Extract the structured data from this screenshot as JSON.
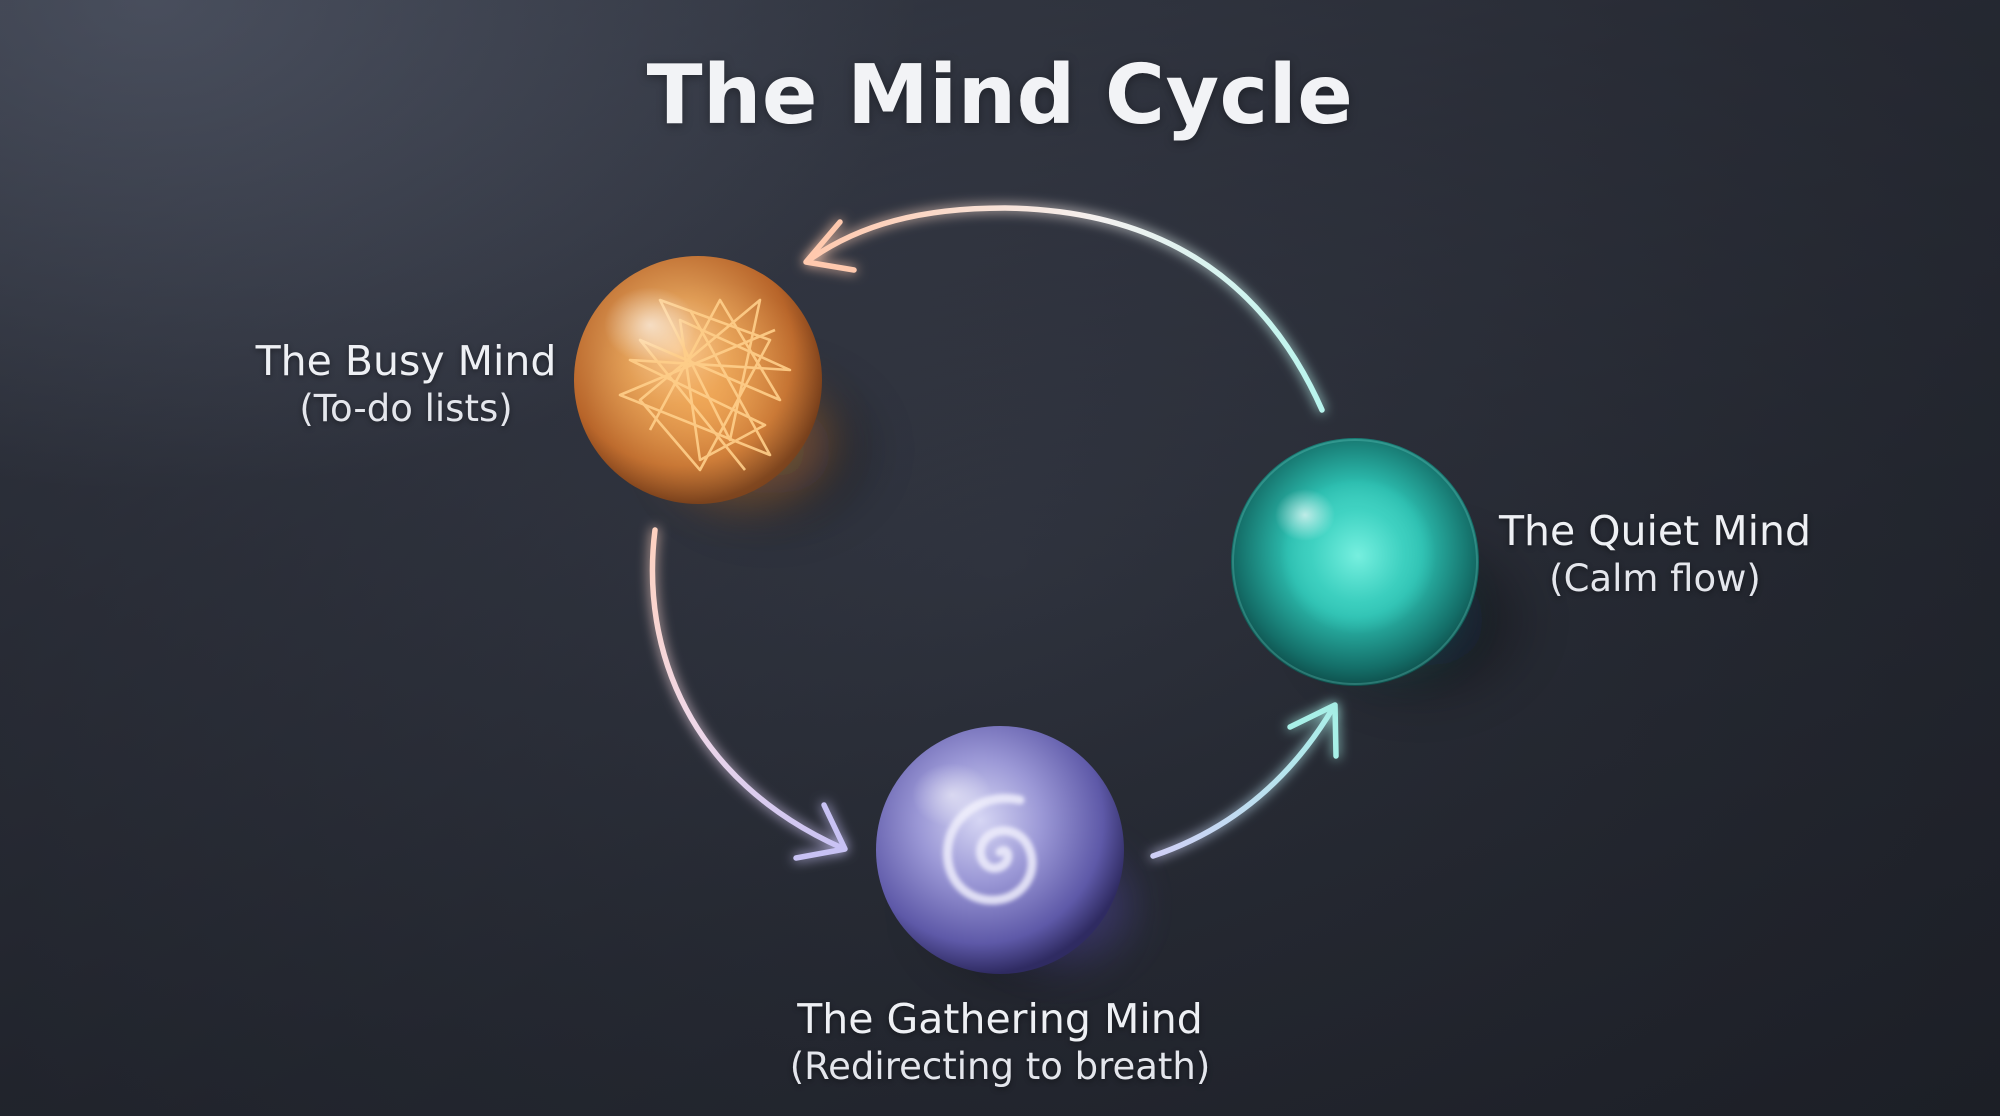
{
  "title": "The Mind Cycle",
  "stages": [
    {
      "name": "The Busy Mind",
      "subtitle": "(To-do lists)",
      "color": "#e08a3a",
      "icon": "tangled-lines-icon"
    },
    {
      "name": "The Gathering Mind",
      "subtitle": "(Redirecting to breath)",
      "color": "#8a88d8",
      "icon": "spiral-icon"
    },
    {
      "name": "The Quiet Mind",
      "subtitle": "(Calm flow)",
      "color": "#2bb5a5",
      "icon": "calm-glow-icon"
    }
  ],
  "colors": {
    "background": "#2a2e38",
    "arrow_warm": "#ffd6c0",
    "arrow_cool": "#aef2ec",
    "arrow_violet": "#c9c4f2"
  }
}
